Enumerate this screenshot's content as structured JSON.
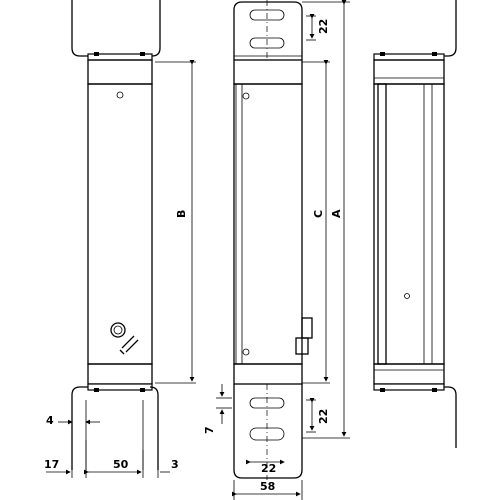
{
  "drawing": {
    "views": [
      "left-view",
      "front-view",
      "right-view"
    ],
    "dimensions": {
      "B": "B",
      "C": "C",
      "A": "A",
      "d17": "17",
      "d4": "4",
      "d50": "50",
      "d3": "3",
      "d7": "7",
      "d58": "58",
      "d22": "22"
    },
    "colors": {
      "line": "#000000",
      "background": "#ffffff"
    }
  }
}
